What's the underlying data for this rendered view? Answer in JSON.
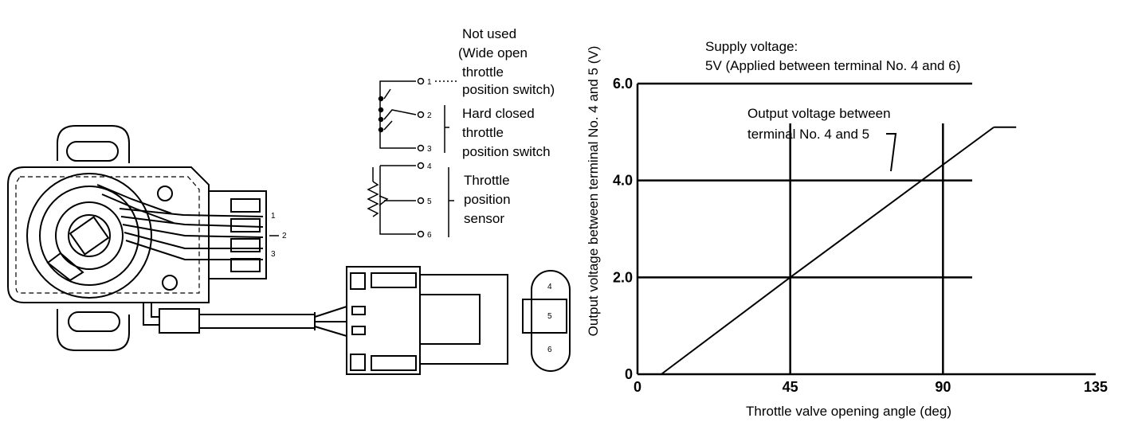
{
  "wiring": {
    "not_used": [
      "Not used",
      "(Wide open",
      "throttle",
      "position switch)"
    ],
    "hard_closed": [
      "Hard closed",
      "throttle",
      "position switch"
    ],
    "sensor": [
      "Throttle",
      "position",
      "sensor"
    ],
    "terminals": [
      "1",
      "2",
      "3",
      "4",
      "5",
      "6"
    ]
  },
  "body_terminals": [
    "1",
    "2",
    "3"
  ],
  "connector_pins": [
    "4",
    "5",
    "6"
  ],
  "chart_note": {
    "line1": "Supply voltage:",
    "line2": "5V (Applied between terminal No. 4 and 6)"
  },
  "chart_data": {
    "type": "line",
    "title": "",
    "xlabel": "Throttle valve opening angle  (deg)",
    "ylabel": "Output voltage between terminal No. 4 and 5 (V)",
    "xlim": [
      0,
      135
    ],
    "ylim": [
      0,
      6
    ],
    "x_ticks": [
      "0",
      "45",
      "90",
      "135"
    ],
    "y_ticks": [
      "0",
      "2.0",
      "4.0",
      "6.0"
    ],
    "grid": true,
    "series": [
      {
        "name": "",
        "x": [
          7,
          45,
          105
        ],
        "y": [
          0,
          2.0,
          5.1
        ]
      }
    ],
    "annotations": [
      {
        "text": [
          "Output voltage between",
          "terminal No. 4 and 5"
        ]
      }
    ]
  }
}
